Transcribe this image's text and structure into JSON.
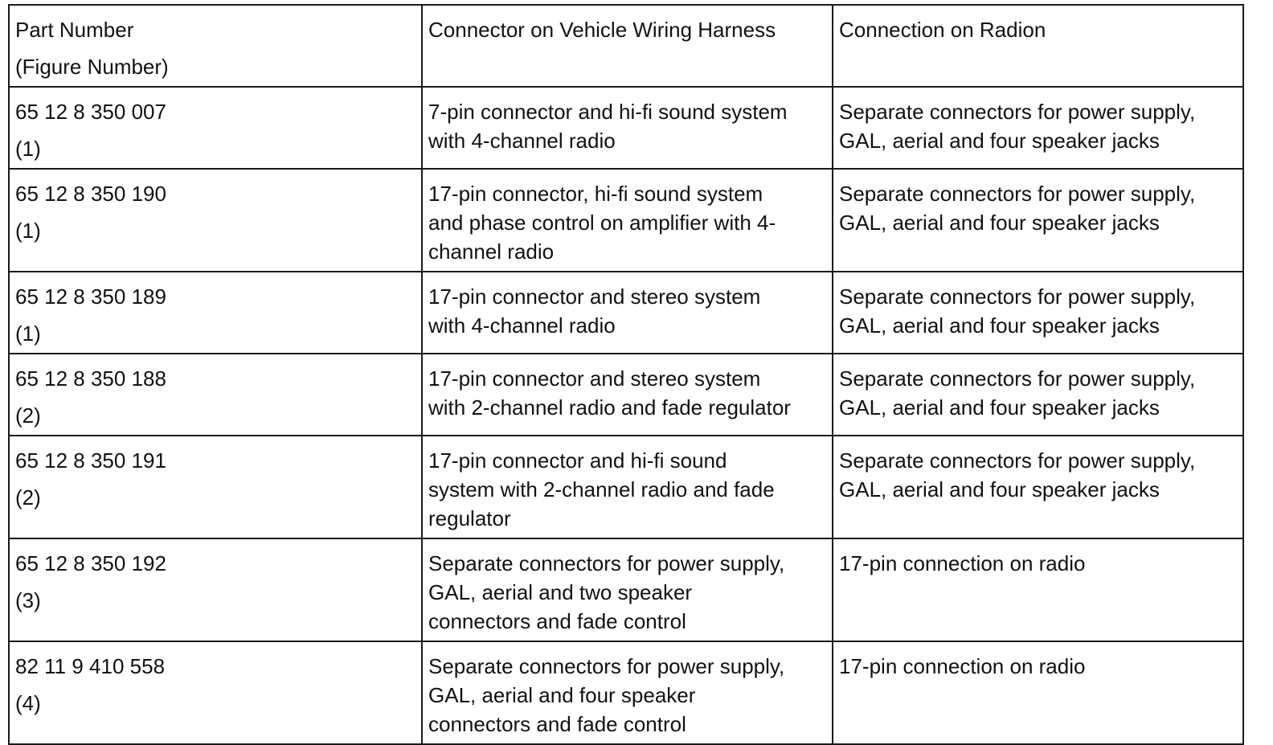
{
  "table": {
    "headers": {
      "part_number": "Part Number",
      "figure_number": "(Figure Number)",
      "connector": "Connector on Vehicle Wiring Harness",
      "connection": "Connection on Radion"
    },
    "rows": [
      {
        "part_number": "65 12 8 350 007",
        "figure": "(1)",
        "connector": "7-pin connector and hi-fi sound system\nwith 4-channel radio",
        "connection": "Separate connectors for power supply,\nGAL, aerial and four speaker jacks"
      },
      {
        "part_number": "65 12 8 350 190",
        "figure": "(1)",
        "connector": "17-pin connector, hi-fi sound system\nand phase control on amplifier with 4-\nchannel radio",
        "connection": "Separate connectors for power supply,\nGAL, aerial and four speaker jacks"
      },
      {
        "part_number": "65 12 8 350 189",
        "figure": "(1)",
        "connector": "17-pin connector and stereo system\nwith 4-channel radio",
        "connection": "Separate connectors for power supply,\nGAL, aerial and four speaker jacks"
      },
      {
        "part_number": "65 12 8 350 188",
        "figure": "(2)",
        "connector": "17-pin connector and stereo system\nwith 2-channel radio and fade regulator",
        "connection": "Separate connectors for power supply,\nGAL, aerial and four speaker jacks"
      },
      {
        "part_number": "65 12 8 350 191",
        "figure": "(2)",
        "connector": "17-pin connector and hi-fi sound\nsystem with 2-channel radio and fade\nregulator",
        "connection": "Separate connectors for power supply,\nGAL, aerial and four speaker jacks"
      },
      {
        "part_number": "65 12 8 350 192",
        "figure": "(3)",
        "connector": "Separate connectors for power supply,\nGAL, aerial and two speaker\nconnectors and fade control",
        "connection": "17-pin connection on radio"
      },
      {
        "part_number": "82 11 9 410 558",
        "figure": "(4)",
        "connector": " Separate connectors for power supply,\nGAL, aerial and four speaker\nconnectors and fade control",
        "connection": "17-pin connection on radio"
      }
    ]
  }
}
